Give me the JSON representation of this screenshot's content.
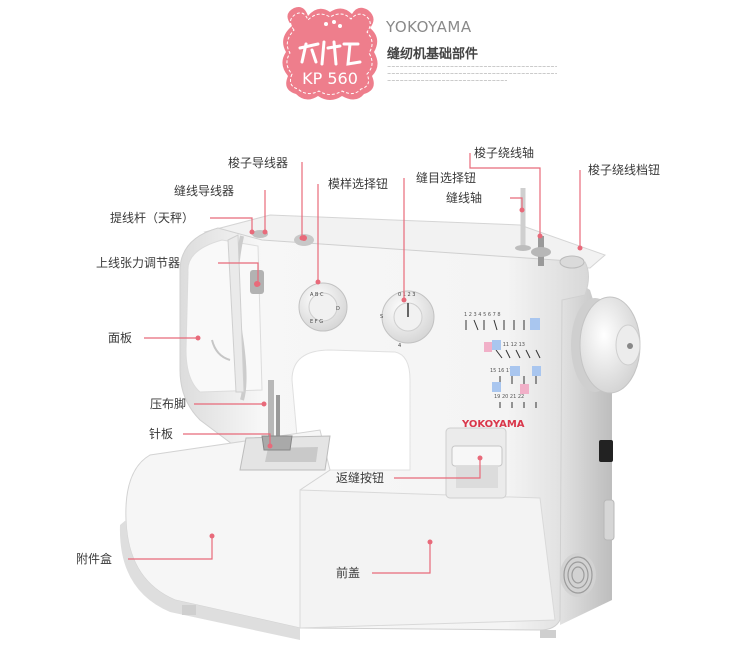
{
  "header": {
    "badge_text": "KP 560",
    "brand": "YOKOYAMA",
    "subtitle": "缝纫机基础部件"
  },
  "machine": {
    "brand_print": "YOKOYAMA"
  },
  "callouts": {
    "bobbin_thread_guide": "梭子导线器",
    "thread_guide": "缝线导线器",
    "take_up_lever": "提线杆（天秤）",
    "upper_tension": "上线张力调节器",
    "face_plate": "面板",
    "presser_foot": "压布脚",
    "needle_plate": "针板",
    "accessory_box": "附件盒",
    "pattern_knob": "模样选择钮",
    "stitch_knob": "缝目选择钮",
    "bobbin_winder_shaft": "梭子绕线轴",
    "spool_pin": "缝线轴",
    "bobbin_winder_stop": "梭子绕线档钮",
    "reverse_button": "返缝按钮",
    "front_cover": "前盖"
  },
  "colors": {
    "accent": "#e86a7a",
    "label": "#3a3a3a",
    "brand_red": "#d9364a"
  }
}
